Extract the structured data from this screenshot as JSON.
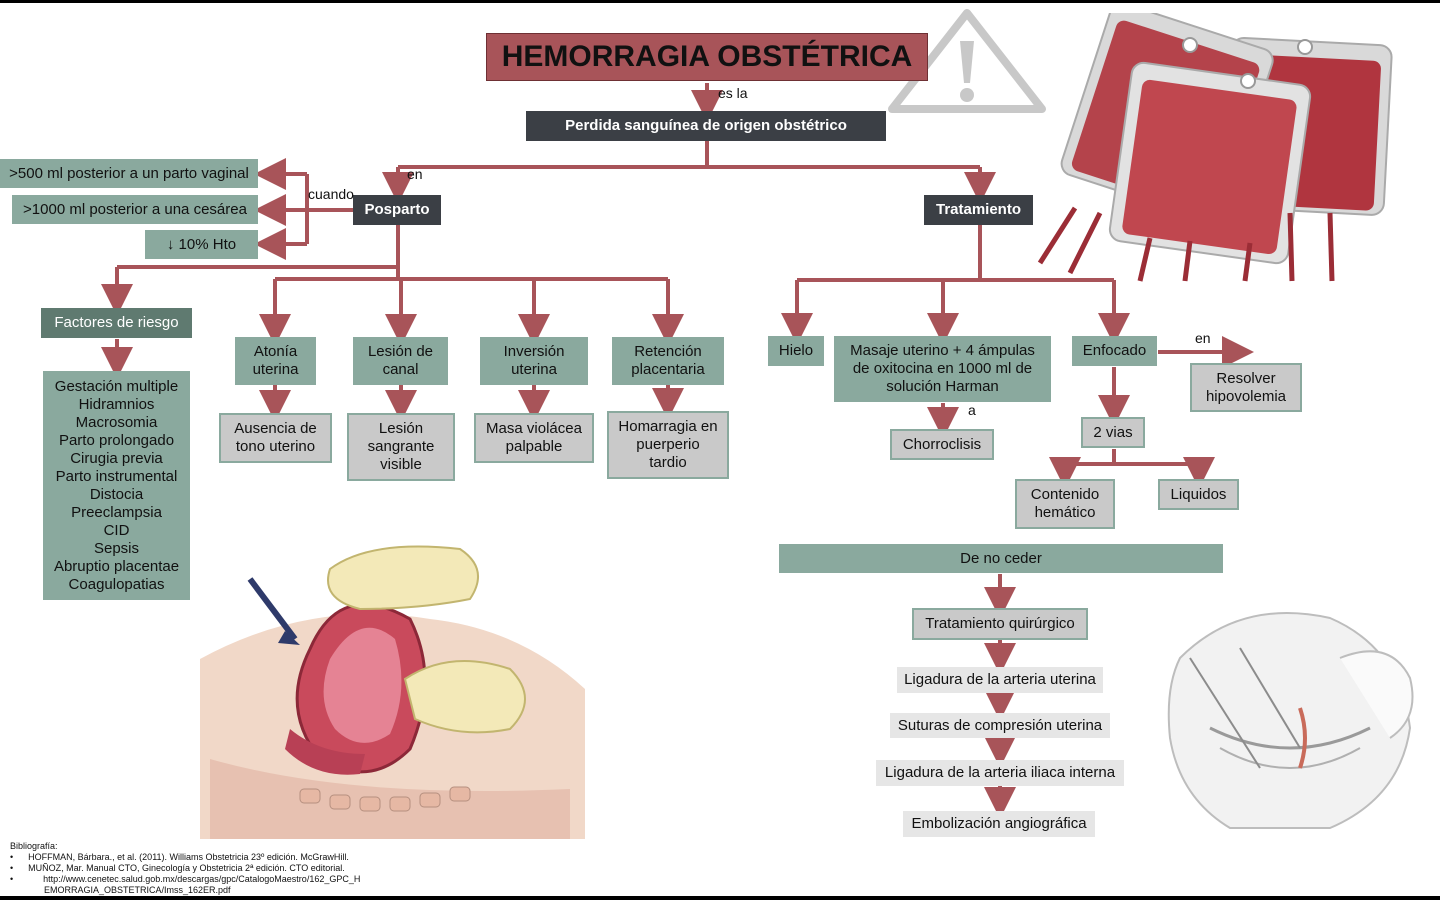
{
  "title": "HEMORRAGIA OBSTÉTRICA",
  "connectors": {
    "es_la": "es la",
    "en_1": "en",
    "cuando": "cuando",
    "en_2": "en",
    "a": "a"
  },
  "definition": "Perdida sanguínea de origen obstétrico",
  "posparto": {
    "label": "Posparto",
    "criteria": [
      ">500 ml posterior a un parto vaginal",
      ">1000 ml posterior a una cesárea",
      "↓ 10% Hto"
    ],
    "risk_factors_label": "Factores de riesgo",
    "risk_factors": [
      "Gestación multiple",
      "Hidramnios",
      "Macrosomia",
      "Parto prolongado",
      "Cirugia previa",
      "Parto instrumental",
      "Distocia",
      "Preeclampsia",
      "CID",
      "Sepsis",
      "Abruptio placentae",
      "Coagulopatias"
    ],
    "causes": [
      {
        "label": "Atonía uterina",
        "sign": "Ausencia de tono uterino"
      },
      {
        "label": "Lesión de canal",
        "sign": "Lesión sangrante visible"
      },
      {
        "label": "Inversión uterina",
        "sign": "Masa violácea palpable"
      },
      {
        "label": "Retención placentaria",
        "sign": "Homarragia en puerperio tardio"
      }
    ]
  },
  "tratamiento": {
    "label": "Tratamiento",
    "hielo": "Hielo",
    "masaje": "Masaje uterino + 4 ámpulas de oxitocina en 1000 ml de solución Harman",
    "chorroclisis": "Chorroclisis",
    "enfocado": "Enfocado",
    "resolver": "Resolver hipovolemia",
    "dos_vias": "2 vias",
    "contenido": "Contenido hemático",
    "liquidos": "Liquidos",
    "de_no_ceder": "De no ceder",
    "quirurgico": "Tratamiento quirúrgico",
    "steps": [
      "Ligadura de la arteria uterina",
      "Suturas de compresión uterina",
      "Ligadura de la arteria iliaca interna",
      "Embolización angiográfica"
    ]
  },
  "bibliography": {
    "heading": "Bibliografía:",
    "entries": [
      "HOFFMAN, Bárbara., et al. (2011). Williams Obstetricia 23º edición. McGrawHill.",
      "MUÑOZ, Mar. Manual CTO, Ginecología y Obstetricia  2ª edición. CTO editorial.",
      "http://www.cenetec.salud.gob.mx/descargas/gpc/CatalogoMaestro/162_GPC_H",
      "EMORRAGIA_OBSTETRICA/Imss_162ER.pdf"
    ]
  },
  "colors": {
    "accent": "#a85459",
    "teal": "#8aa99e",
    "dark": "#3b3f45",
    "gray": "#c9c9c9"
  }
}
